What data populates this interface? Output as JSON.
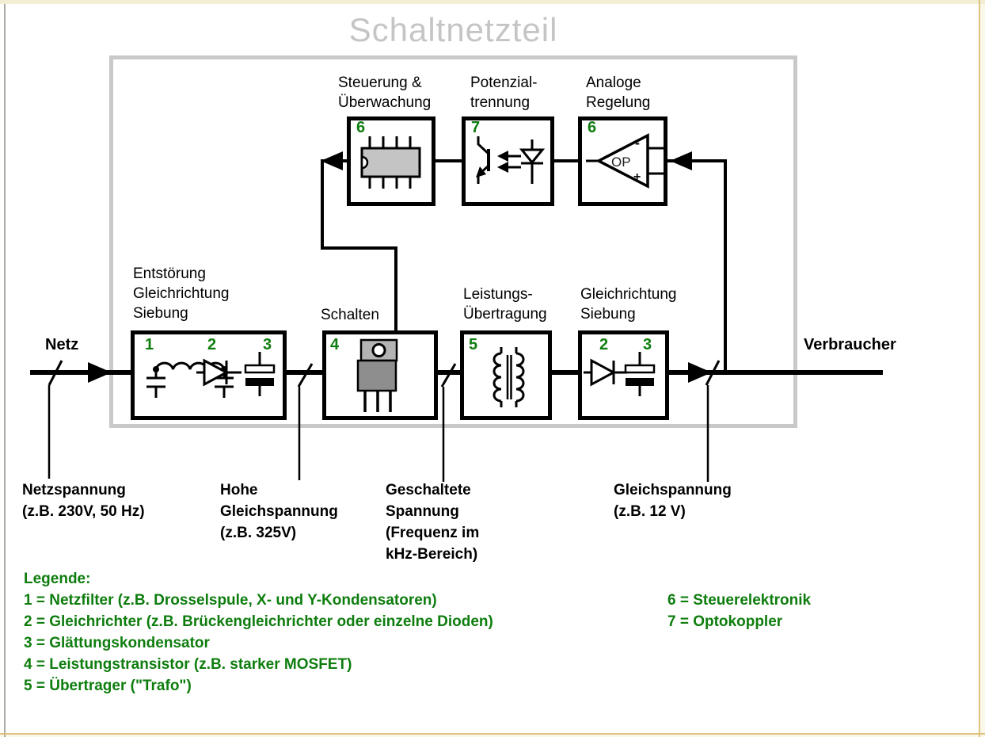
{
  "title": "Schaltnetzteil",
  "io": {
    "input": "Netz",
    "output": "Verbraucher"
  },
  "top_blocks": [
    {
      "number": "6",
      "label1": "Steuerung &",
      "label2": "Überwachung"
    },
    {
      "number": "7",
      "label1": "Potenzial-",
      "label2": "trennung"
    },
    {
      "number": "6",
      "label1": "Analoge",
      "label2": "Regelung"
    }
  ],
  "opamp": {
    "text": "OP",
    "minus": "-",
    "plus": "+"
  },
  "main_blocks": [
    {
      "numbers": [
        "1",
        "2",
        "3"
      ],
      "label1": "Entstörung",
      "label2": "Gleichrichtung",
      "label3": "Siebung"
    },
    {
      "numbers": [
        "4"
      ],
      "label1": "Schalten"
    },
    {
      "numbers": [
        "5"
      ],
      "label1": "Leistungs-",
      "label2": "Übertragung"
    },
    {
      "numbers": [
        "2",
        "3"
      ],
      "label1": "Gleichrichtung",
      "label2": "Siebung"
    }
  ],
  "annotations": [
    {
      "line1": "Netzspannung",
      "line2": "(z.B. 230V, 50 Hz)"
    },
    {
      "line1": "Hohe",
      "line2": "Gleichspannung",
      "line3": "(z.B. 325V)"
    },
    {
      "line1": "Geschaltete",
      "line2": "Spannung",
      "line3": "(Frequenz im",
      "line4": "kHz-Bereich)"
    },
    {
      "line1": "Gleichspannung",
      "line2": "(z.B. 12 V)"
    }
  ],
  "legend": {
    "heading": "Legende:",
    "items_left": [
      "1 = Netzfilter (z.B. Drosselspule, X- und Y-Kondensatoren)",
      "2 = Gleichrichter (z.B. Brückengleichrichter oder einzelne Dioden)",
      "3 = Glättungskondensator",
      "4 = Leistungstransistor (z.B. starker MOSFET)",
      "5 = Übertrager (\"Trafo\")"
    ],
    "items_right": [
      "6 = Steuerelektronik",
      "7 = Optokoppler"
    ]
  },
  "colors": {
    "green": "#0e7d0e",
    "frame_gray": "#c9c9c9",
    "title_gray": "#c5c5c5"
  }
}
